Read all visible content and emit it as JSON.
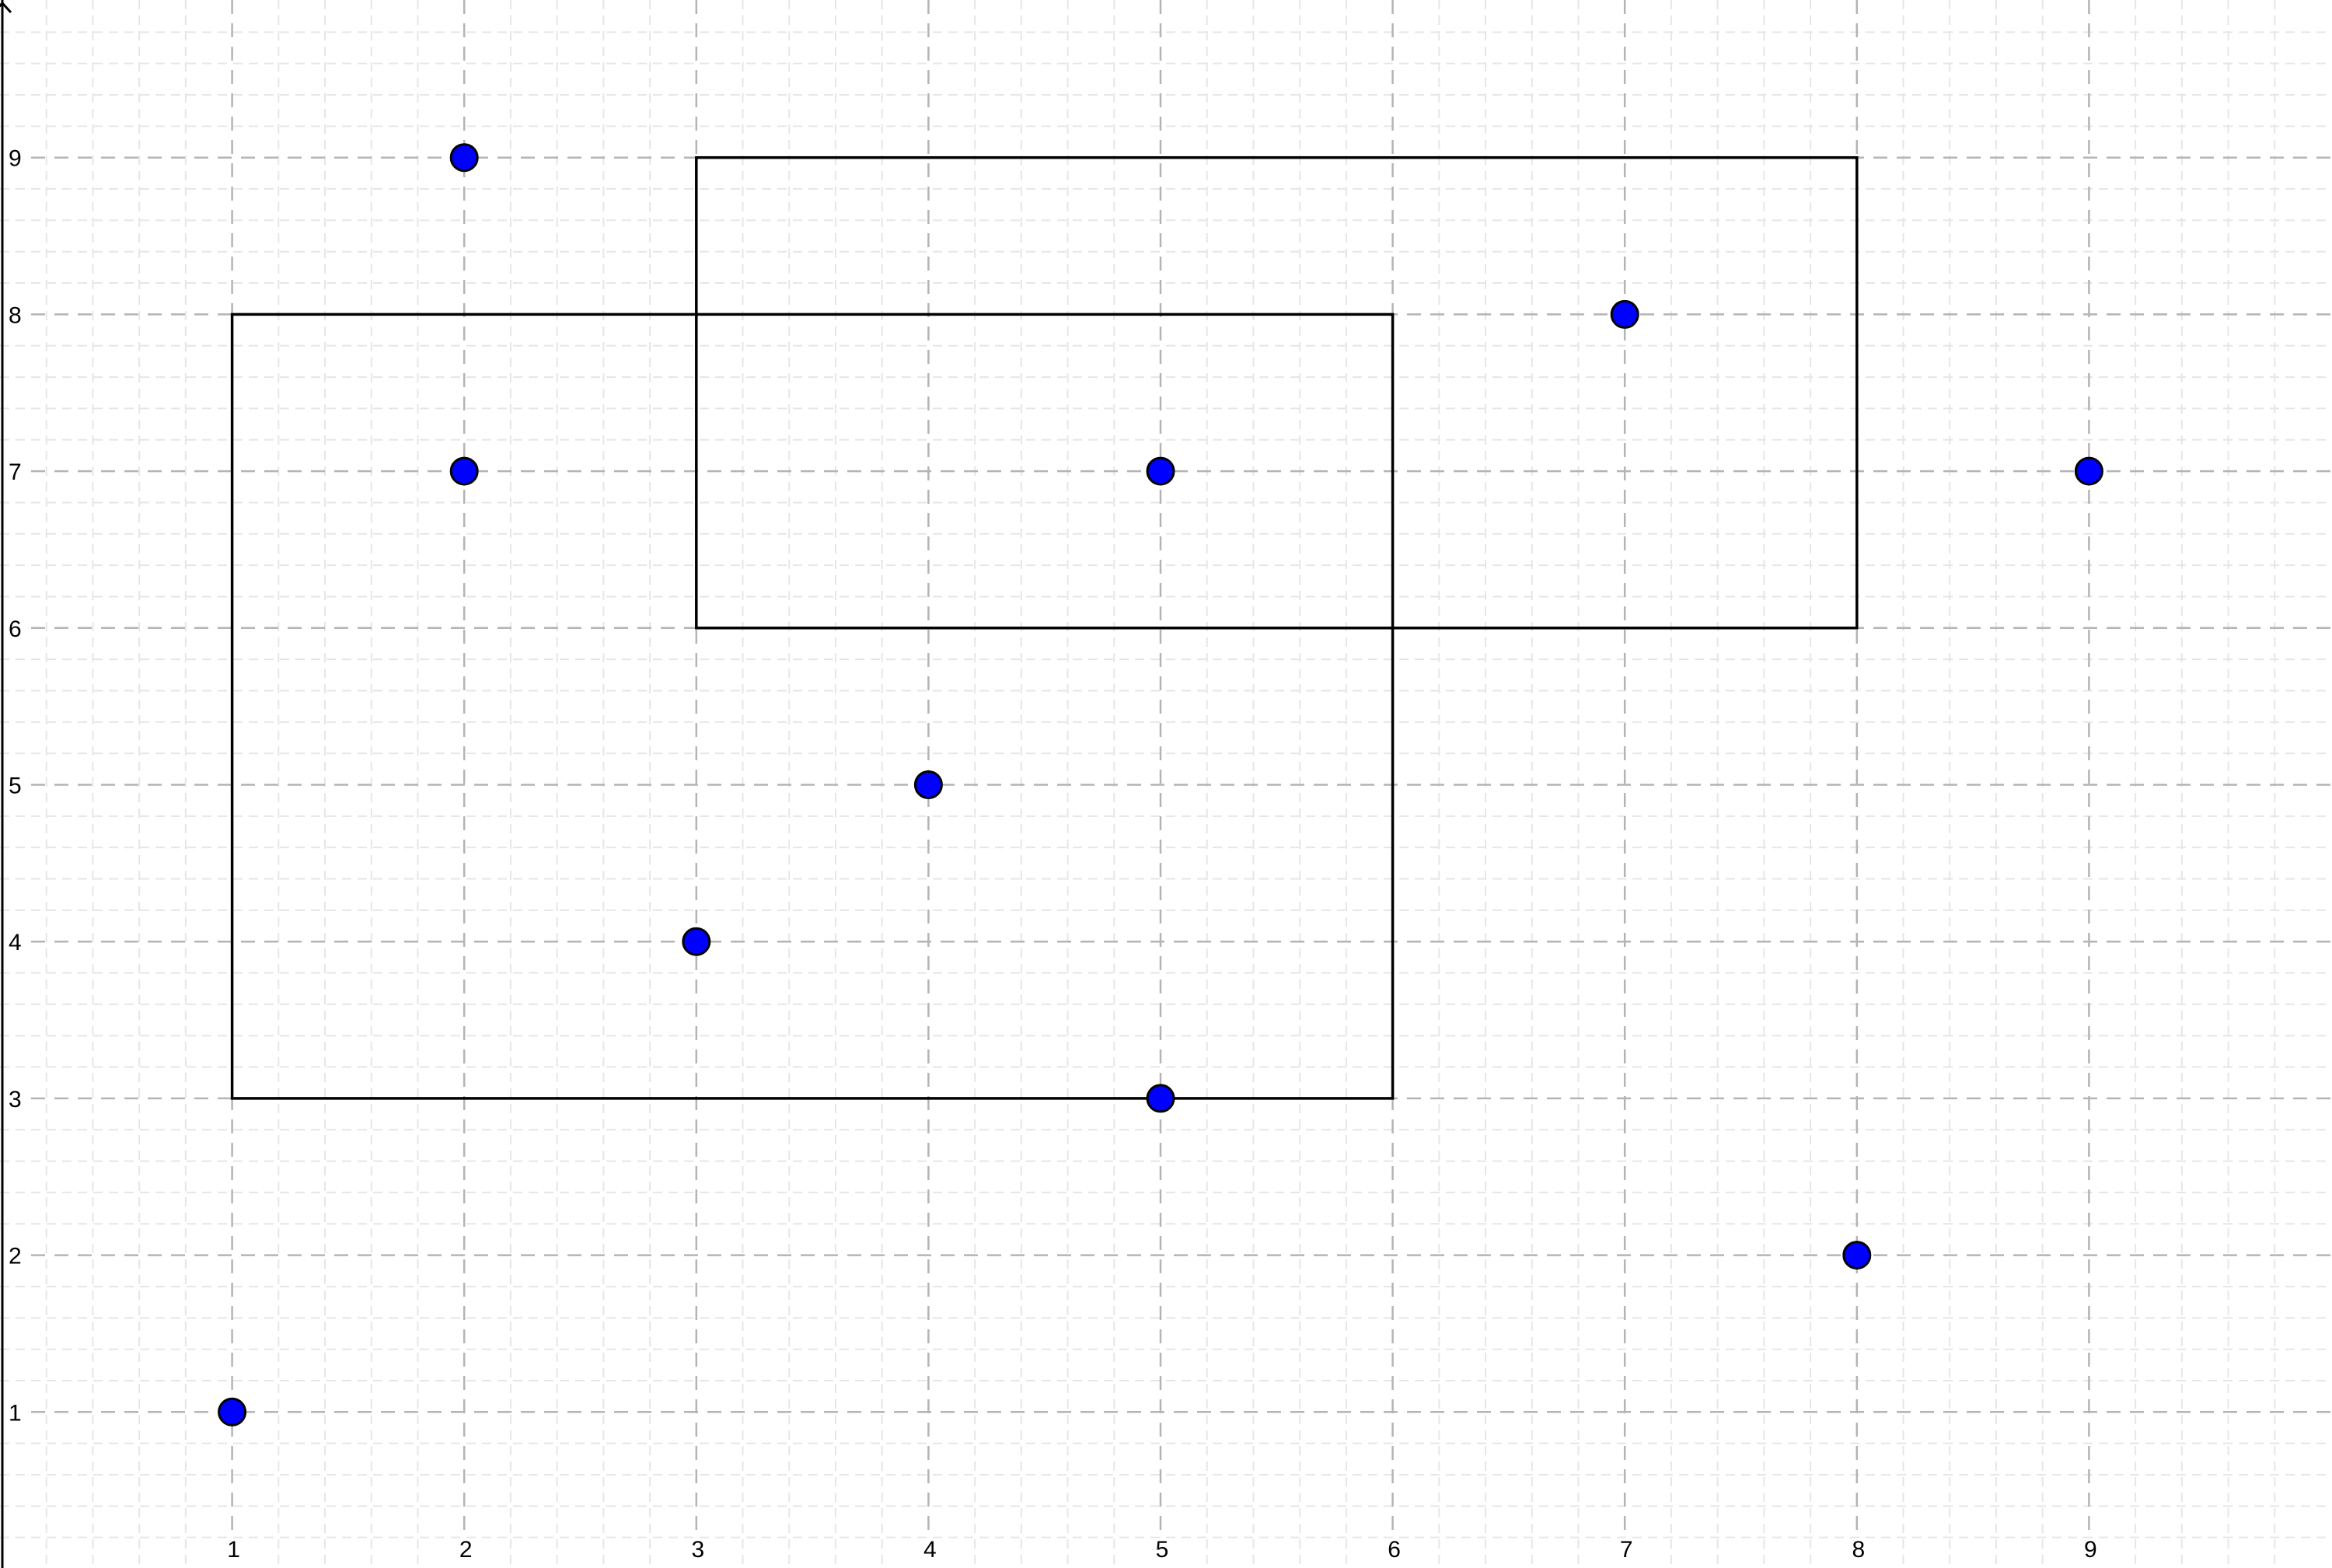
{
  "chart_data": {
    "type": "scatter",
    "title": "",
    "xlabel": "",
    "ylabel": "",
    "xlim": [
      0,
      10
    ],
    "ylim": [
      0,
      10
    ],
    "grid": true,
    "minor_grid_step": 0.2,
    "x_ticks": [
      1,
      2,
      3,
      4,
      5,
      6,
      7,
      8,
      9
    ],
    "y_ticks": [
      1,
      2,
      3,
      4,
      5,
      6,
      7,
      8,
      9
    ],
    "x_tick_labels": [
      "1",
      "2",
      "3",
      "4",
      "5",
      "6",
      "7",
      "8",
      "9"
    ],
    "y_tick_labels": [
      "1",
      "2",
      "3",
      "4",
      "5",
      "6",
      "7",
      "8",
      "9"
    ],
    "series": [
      {
        "points": [
          {
            "x": 1,
            "y": 1
          },
          {
            "x": 2,
            "y": 9
          },
          {
            "x": 2,
            "y": 7
          },
          {
            "x": 3,
            "y": 4
          },
          {
            "x": 4,
            "y": 5
          },
          {
            "x": 5,
            "y": 7
          },
          {
            "x": 5,
            "y": 3
          },
          {
            "x": 7,
            "y": 8
          },
          {
            "x": 8,
            "y": 2
          },
          {
            "x": 9,
            "y": 7
          }
        ],
        "color": "#0000ff"
      }
    ],
    "rectangles": [
      {
        "x_min": 1,
        "x_max": 6,
        "y_min": 3,
        "y_max": 8
      },
      {
        "x_min": 3,
        "x_max": 8,
        "y_min": 6,
        "y_max": 9
      }
    ]
  }
}
